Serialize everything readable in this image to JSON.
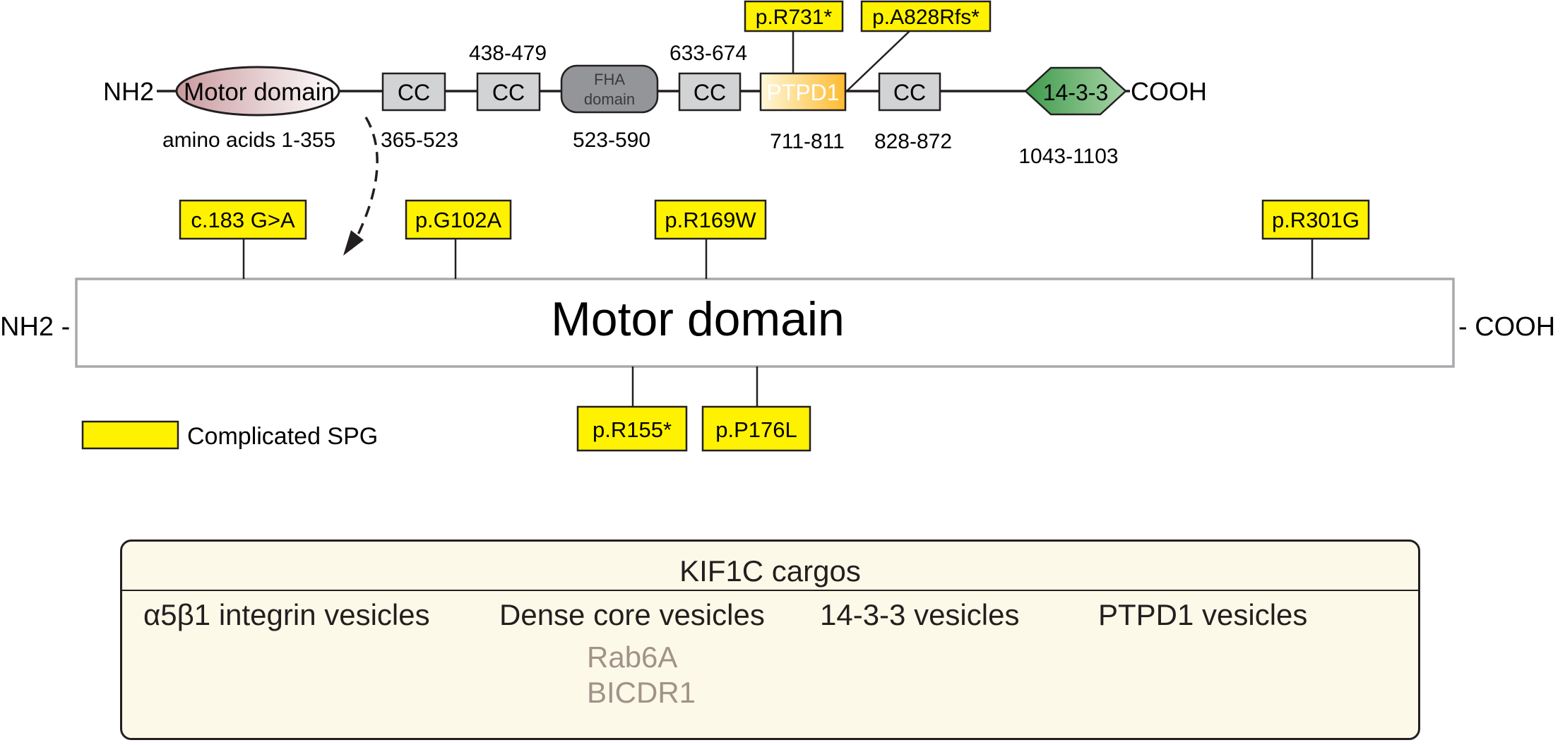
{
  "colors": {
    "mutation_fill": "#fff200",
    "cc_fill": "#d1d3d4",
    "fha_fill": "#939598",
    "ptpd1_fill": "#fdbb2f",
    "box_1433_fill": "#73b77b",
    "motor_ellipse_fill": "#c99a9e",
    "cargo_bg": "#fcf9e8",
    "protein_sub_text": "#a1928a"
  },
  "top_structure": {
    "n_term": "NH2",
    "c_term": "COOH",
    "motor_label": "Motor domain",
    "motor_range": "amino acids 1-355",
    "domains": [
      {
        "label": "CC",
        "range": "365-523"
      },
      {
        "label": "CC",
        "range": "438-479"
      },
      {
        "label": "FHA",
        "label2": "domain",
        "range": "523-590"
      },
      {
        "label": "CC",
        "range": "633-674"
      },
      {
        "label": "PTPD1",
        "range": "711-811"
      },
      {
        "label": "CC",
        "range": "828-872"
      },
      {
        "label": "14-3-3",
        "range": "1043-1103"
      }
    ],
    "mutations": [
      "p.R731*",
      "p.A828Rfs*"
    ]
  },
  "motor_detail": {
    "title": "Motor domain",
    "n_term": "NH2 -",
    "c_term": "- COOH",
    "mutations_above": [
      "c.183 G>A",
      "p.G102A",
      "p.R169W",
      "p.R301G"
    ],
    "mutations_below": [
      "p.R155*",
      "p.P176L"
    ]
  },
  "legend": {
    "label": "Complicated SPG",
    "icon": "yellow-box-icon"
  },
  "cargos": {
    "title": "KIF1C cargos",
    "columns": [
      {
        "label": "α5β1 integrin vesicles",
        "sub": []
      },
      {
        "label": "Dense core vesicles",
        "sub": [
          "Rab6A",
          "BICDR1"
        ]
      },
      {
        "label": "14-3-3 vesicles",
        "sub": []
      },
      {
        "label": "PTPD1 vesicles",
        "sub": []
      }
    ]
  }
}
